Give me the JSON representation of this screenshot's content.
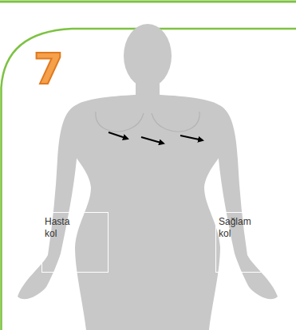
{
  "diagram": {
    "nodes": [
      {
        "text": [
          "Hasta kol"
        ]
      },
      {
        "text": [
          "Sağlam kol"
        ]
      }
    ],
    "labels": [
      "7"
    ]
  }
}
